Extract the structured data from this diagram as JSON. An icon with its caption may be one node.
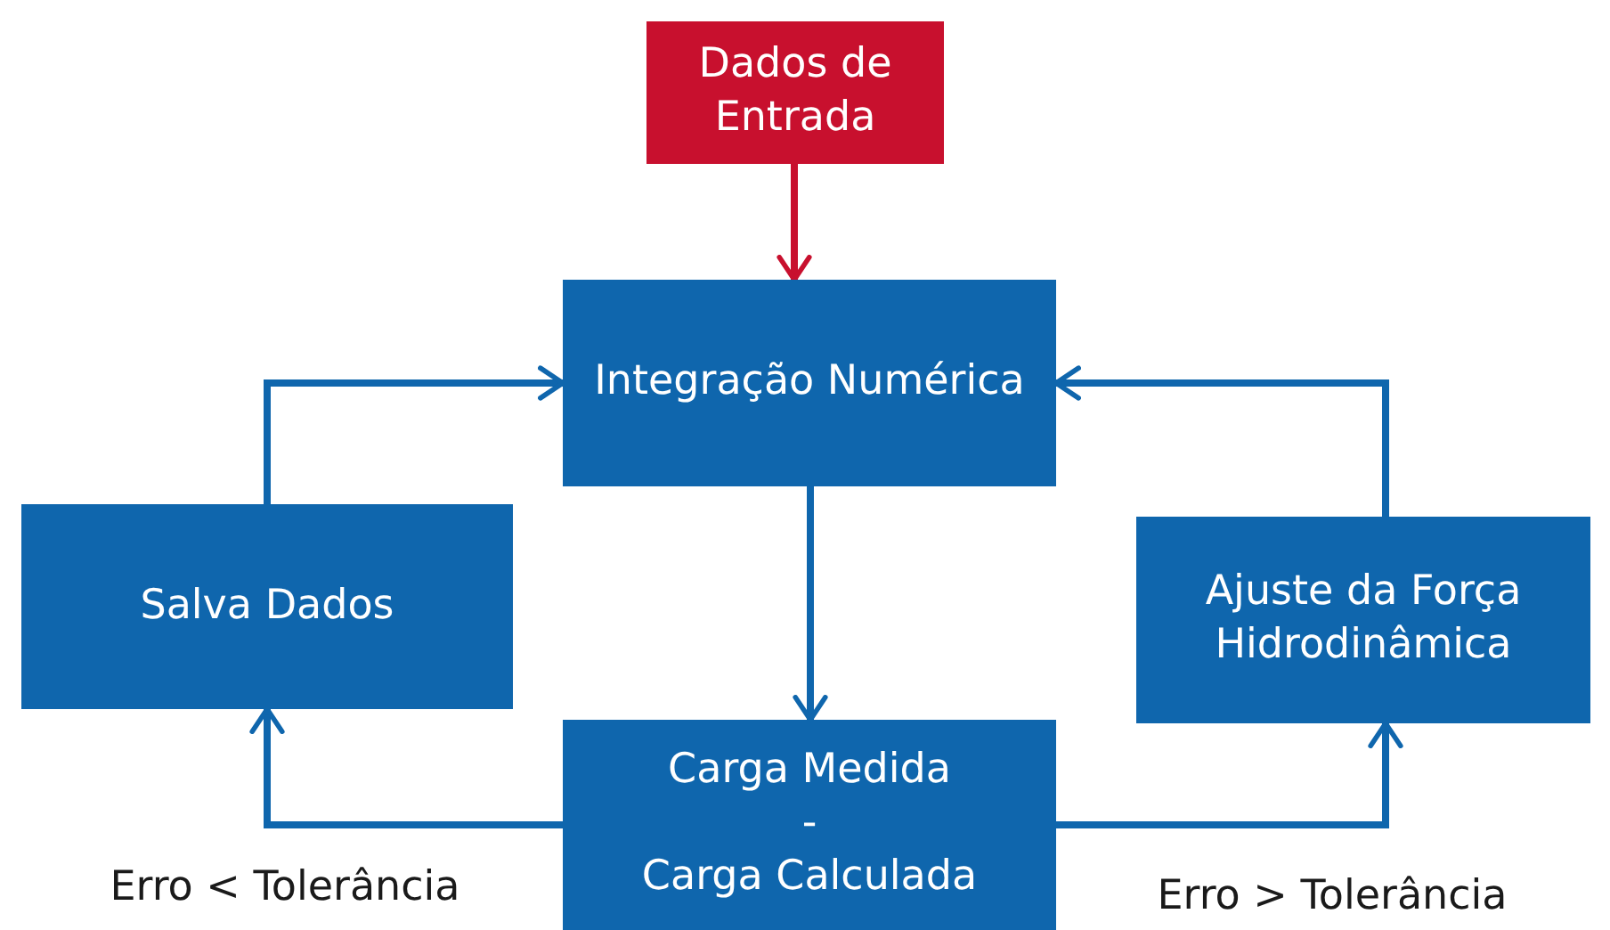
{
  "diagram": {
    "nodes": [
      {
        "text": [
          "Dados de Entrada"
        ]
      },
      {
        "text": [
          "Integração Numérica"
        ]
      },
      {
        "text": [
          "Salva Dados"
        ]
      },
      {
        "text": [
          "Ajuste da Força Hidrodinâmica"
        ]
      },
      {
        "text": [
          "Carga Medida",
          "-",
          "Carga Calculada"
        ]
      }
    ],
    "edges": [
      {
        "from": 0,
        "to": 1,
        "arrow": "to",
        "color": "#c8102e"
      },
      {
        "from": 1,
        "to": 4,
        "arrow": "to"
      },
      {
        "from": 4,
        "to": 2,
        "arrow": "to",
        "label": "Erro < Tolerância"
      },
      {
        "from": 4,
        "to": 3,
        "arrow": "to",
        "label": "Erro > Tolerância"
      },
      {
        "from": 2,
        "to": 1,
        "arrow": "to"
      },
      {
        "from": 3,
        "to": 1,
        "arrow": "to"
      }
    ]
  }
}
